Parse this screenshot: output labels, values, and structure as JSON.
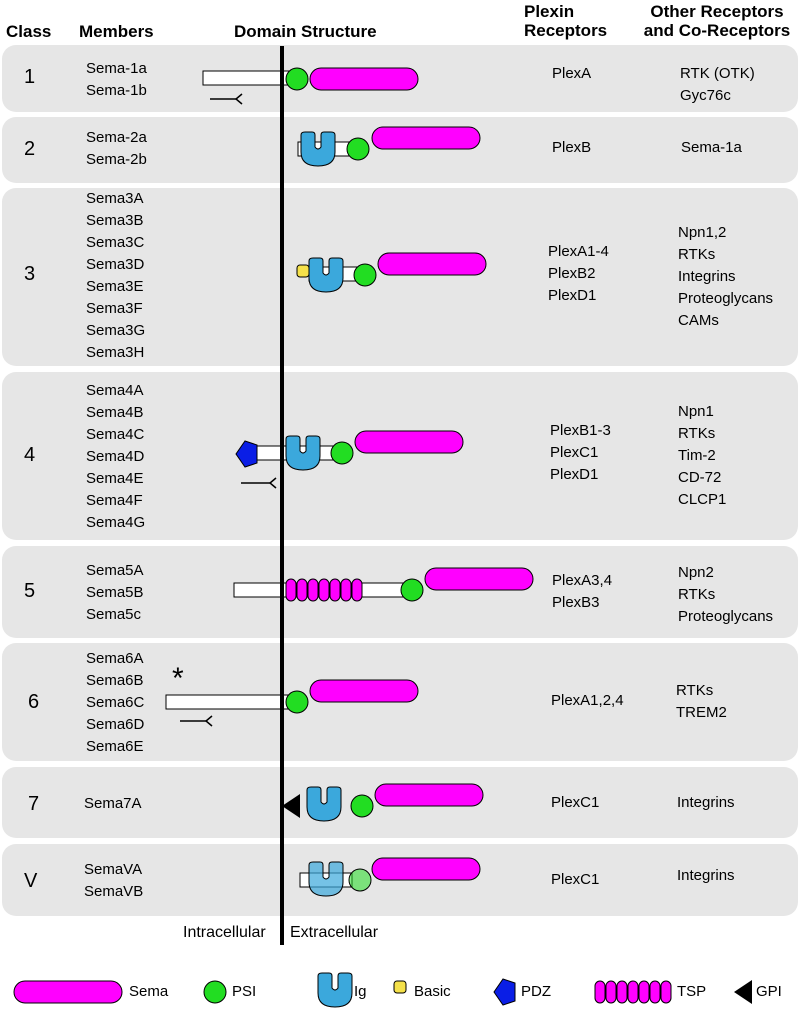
{
  "headers": {
    "class": "Class",
    "members": "Members",
    "domain": "Domain Structure",
    "plexin_line1": "Plexin",
    "plexin_line2": "Receptors",
    "other_line1": "Other Receptors",
    "other_line2": "and Co-Receptors"
  },
  "rows": [
    {
      "cls": "1",
      "members": [
        "Sema-1a",
        "Sema-1b"
      ],
      "plexins": [
        "PlexA"
      ],
      "others": [
        "RTK (OTK)",
        "Gyc76c"
      ]
    },
    {
      "cls": "2",
      "members": [
        "Sema-2a",
        "Sema-2b"
      ],
      "plexins": [
        "PlexB"
      ],
      "others": [
        "Sema-1a"
      ]
    },
    {
      "cls": "3",
      "members": [
        "Sema3A",
        "Sema3B",
        "Sema3C",
        "Sema3D",
        "Sema3E",
        "Sema3F",
        "Sema3G",
        "Sema3H"
      ],
      "plexins": [
        "PlexA1-4",
        "PlexB2",
        "PlexD1"
      ],
      "others": [
        "Npn1,2",
        "RTKs",
        "Integrins",
        "Proteoglycans",
        "CAMs"
      ]
    },
    {
      "cls": "4",
      "members": [
        "Sema4A",
        "Sema4B",
        "Sema4C",
        "Sema4D",
        "Sema4E",
        "Sema4F",
        "Sema4G"
      ],
      "plexins": [
        "PlexB1-3",
        "PlexC1",
        "PlexD1"
      ],
      "others": [
        "Npn1",
        "RTKs",
        "Tim-2",
        "CD-72",
        "CLCP1"
      ]
    },
    {
      "cls": "5",
      "members": [
        "Sema5A",
        "Sema5B",
        "Sema5c"
      ],
      "plexins": [
        "PlexA3,4",
        "PlexB3"
      ],
      "others": [
        "Npn2",
        "RTKs",
        "Proteoglycans"
      ]
    },
    {
      "cls": "6",
      "members": [
        "Sema6A",
        "Sema6B",
        "Sema6C",
        "Sema6D",
        "Sema6E"
      ],
      "plexins": [
        "PlexA1,2,4"
      ],
      "others": [
        "RTKs",
        "TREM2"
      ]
    },
    {
      "cls": "7",
      "members": [
        "Sema7A"
      ],
      "plexins": [
        "PlexC1"
      ],
      "others": [
        "Integrins"
      ]
    },
    {
      "cls": "V",
      "members": [
        "SemaVA",
        "SemaVB"
      ],
      "plexins": [
        "PlexC1"
      ],
      "others": [
        "Integrins"
      ]
    }
  ],
  "asterisk": "*",
  "membrane": {
    "intracellular": "Intracellular",
    "extracellular": "Extracellular"
  },
  "legend": {
    "sema": "Sema",
    "psi": "PSI",
    "ig": "Ig",
    "basic": "Basic",
    "pdz": "PDZ",
    "tsp": "TSP",
    "gpi": "GPI"
  },
  "colors": {
    "sema": "#ff00ff",
    "psi": "#22dd22",
    "ig": "#3ba8dc",
    "basic": "#f5e14a",
    "pdz": "#0a1ee6",
    "row_bg": "#e6e6e6"
  }
}
